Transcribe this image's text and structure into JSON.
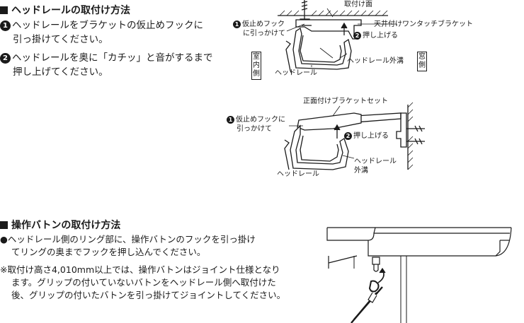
{
  "section1": {
    "title": "ヘッドレールの取付け方法",
    "step1_num": "1",
    "step1_line1": "ヘッドレールをブラケットの仮止めフックに",
    "step1_line2": "引っ掛けてください。",
    "step2_num": "2",
    "step2_text": "ヘッドレールを奥に「カチッ」と音がするまで",
    "step2_line2": "押し上げてください。"
  },
  "diagram1": {
    "ceiling_label": "取付け面",
    "hook_num": "1",
    "hook_line1": "仮止めフック",
    "hook_line2": "に引っかけて",
    "bracket_label": "天井付けワンタッチブラケット",
    "push_num": "2",
    "push_label": "押し上げる",
    "groove_label": "ヘッドレール外溝",
    "rail_label": "ヘッドレール",
    "room_side": "室内側",
    "window_side": "窓側"
  },
  "diagram2": {
    "bracket_label": "正面付けブラケットセット",
    "hook_num": "1",
    "hook_line1": "仮止めフックに",
    "hook_line2": "引っかけて",
    "push_num": "2",
    "push_label": "押し上げる",
    "groove_line1": "ヘッドレール",
    "groove_line2": "外溝",
    "rail_label": "ヘッドレール"
  },
  "section2": {
    "title": "操作バトンの取付け方法",
    "bullet": "●",
    "line1": "ヘッドレール側のリング部に、操作バトンのフックを引っ掛け",
    "line2": "てリングの奥までフックを押し込んでください。",
    "note_mark": "※",
    "note1": "取付け高さ4,010mm以上では、操作バトンはジョイント仕様となり",
    "note2": "ます。グリップの付いていないバトンをヘッドレール側へ取付けた",
    "note3": "後、グリップの付いたバトンを引っ掛けてジョイントしてください。"
  }
}
